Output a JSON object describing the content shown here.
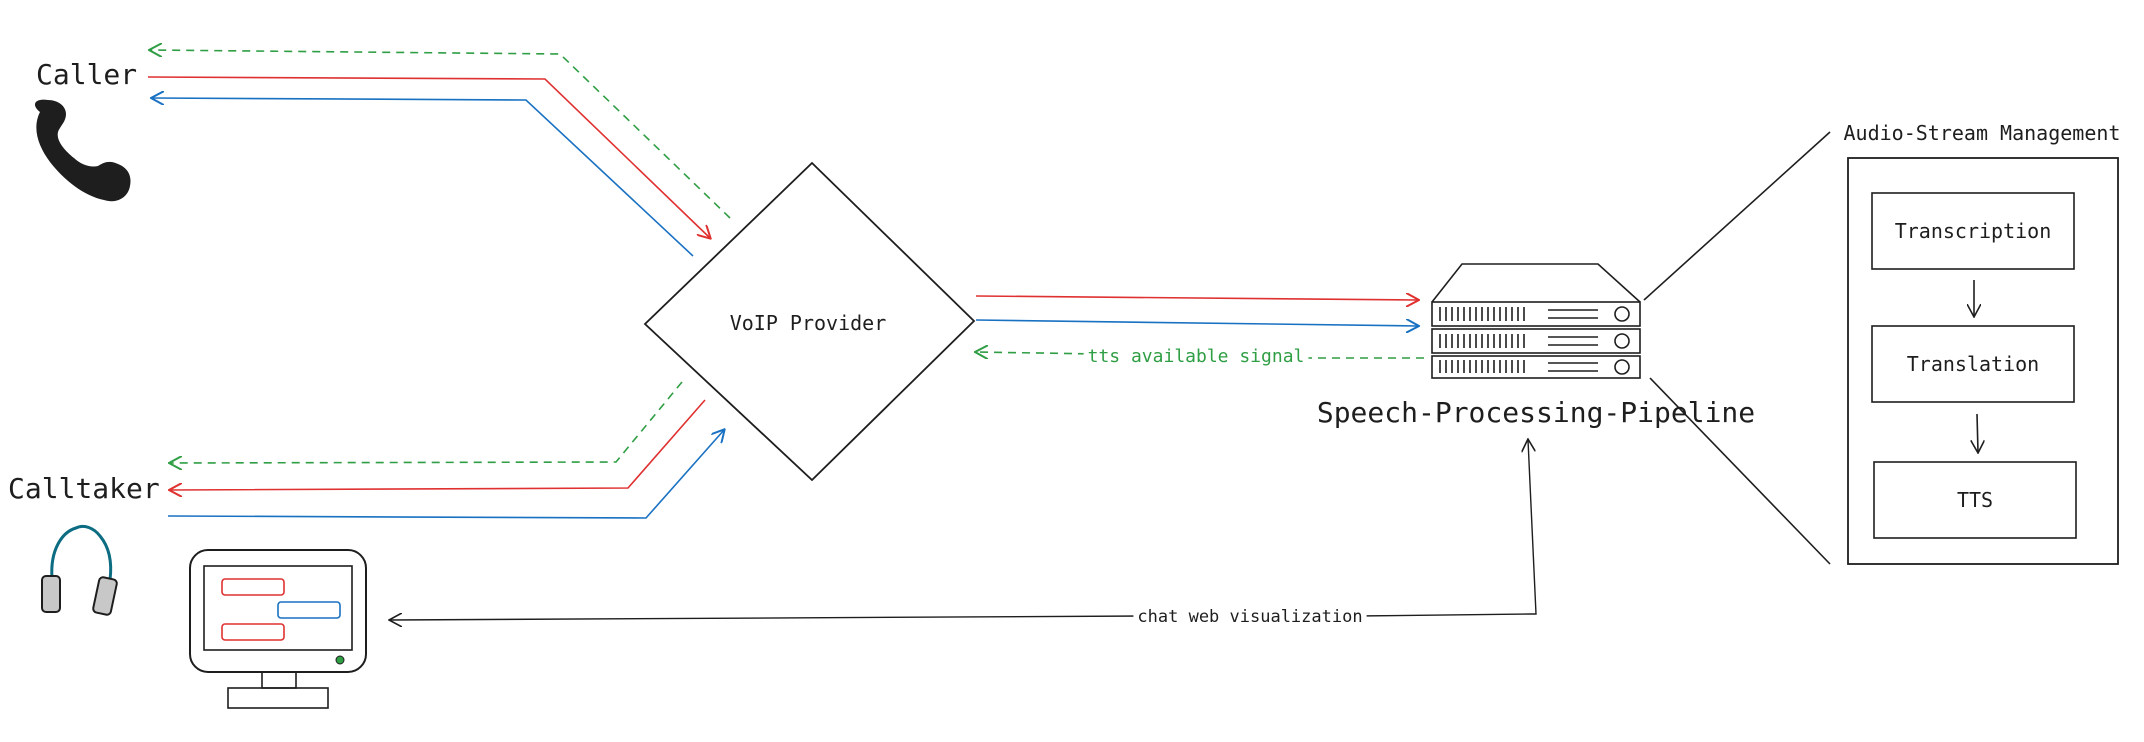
{
  "nodes": {
    "caller": "Caller",
    "calltaker": "Calltaker",
    "voip": "VoIP Provider",
    "pipeline": "Speech-Processing-Pipeline",
    "audio_stream_title": "Audio-Stream Management",
    "steps": [
      "Transcription",
      "Translation",
      "TTS"
    ]
  },
  "edges": {
    "tts_signal": "tts available signal",
    "chat_viz": "chat web visualization"
  },
  "colors": {
    "red": "#e03131",
    "blue": "#1971c2",
    "green": "#2f9e44",
    "ink": "#1e1e1e",
    "headset": "#0c6c82"
  }
}
